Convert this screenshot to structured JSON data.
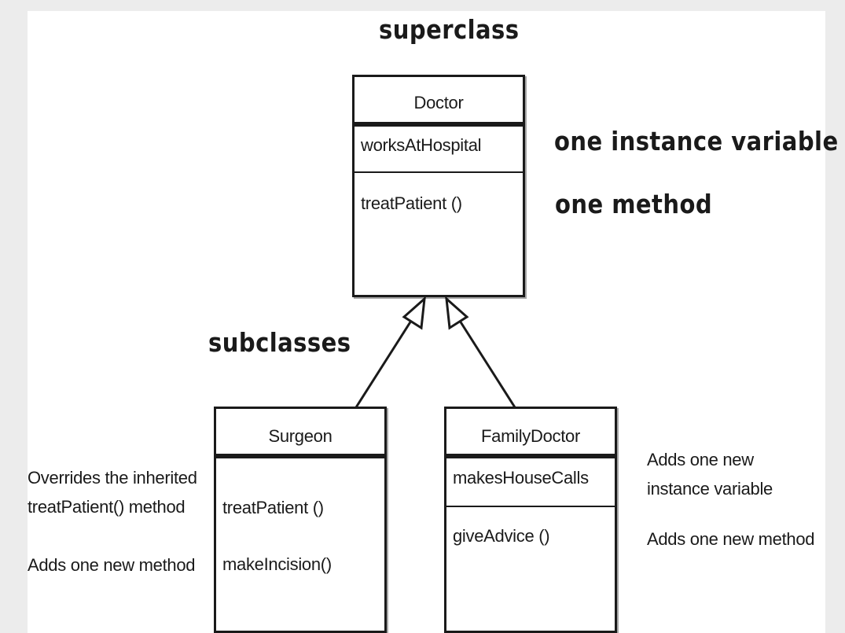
{
  "labels": {
    "superclass": "superclass",
    "subclasses": "subclasses",
    "one_instance_variable": "one instance variable",
    "one_method": "one method"
  },
  "classes": {
    "doctor": {
      "name": "Doctor",
      "variables": [
        "worksAtHospital"
      ],
      "methods": [
        "treatPatient ()"
      ]
    },
    "surgeon": {
      "name": "Surgeon",
      "variables": [],
      "methods": [
        "treatPatient ()",
        "makeIncision()"
      ]
    },
    "family_doctor": {
      "name": "FamilyDoctor",
      "variables": [
        "makesHouseCalls"
      ],
      "methods": [
        "giveAdvice ()"
      ]
    }
  },
  "notes": {
    "surgeon_override": [
      "Overrides the inherited",
      "treatPatient() method"
    ],
    "surgeon_new_method": "Adds one new method",
    "family_new_variable": [
      "Adds one new",
      "instance variable"
    ],
    "family_new_method": "Adds one new method"
  },
  "colors": {
    "page_background": "#ececec",
    "canvas_background": "#ffffff",
    "ink": "#1a1a1a"
  }
}
